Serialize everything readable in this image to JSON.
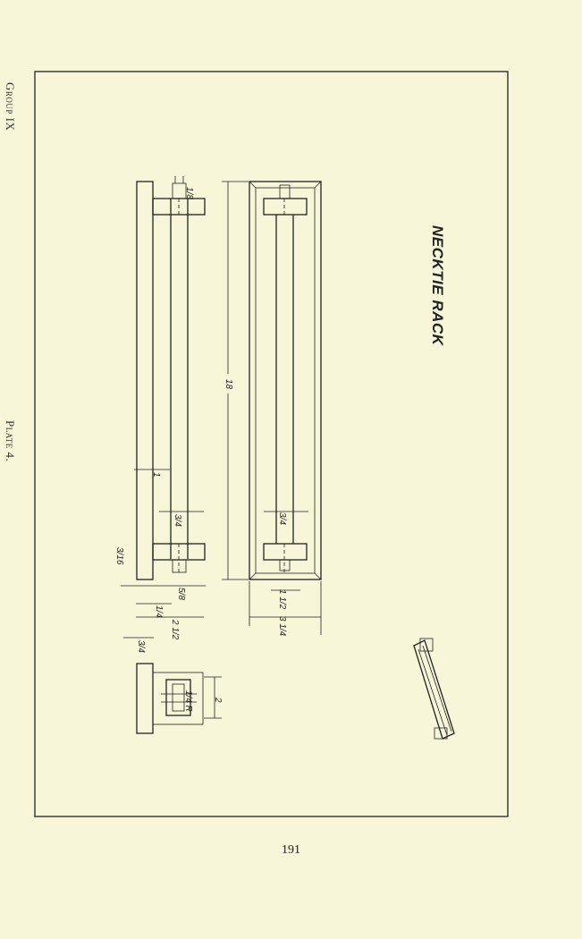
{
  "side": {
    "group": "Group IX",
    "plate": "Plate 4."
  },
  "title": "NECKTIE RACK",
  "page_number": "191",
  "dimensions": {
    "length": "18",
    "one": "1",
    "three_quarter": "3/4",
    "one_quarter": "1/4",
    "one_eighth": "1/8",
    "two_half": "2 1/2",
    "three_quarter_left": "3/4",
    "one_half": "1 1/2",
    "three_quarter_wide": "3 1/4",
    "two": "2",
    "radius": "1/4 R",
    "five_eighth": "5/8",
    "three_sixteenth": "3/16"
  }
}
